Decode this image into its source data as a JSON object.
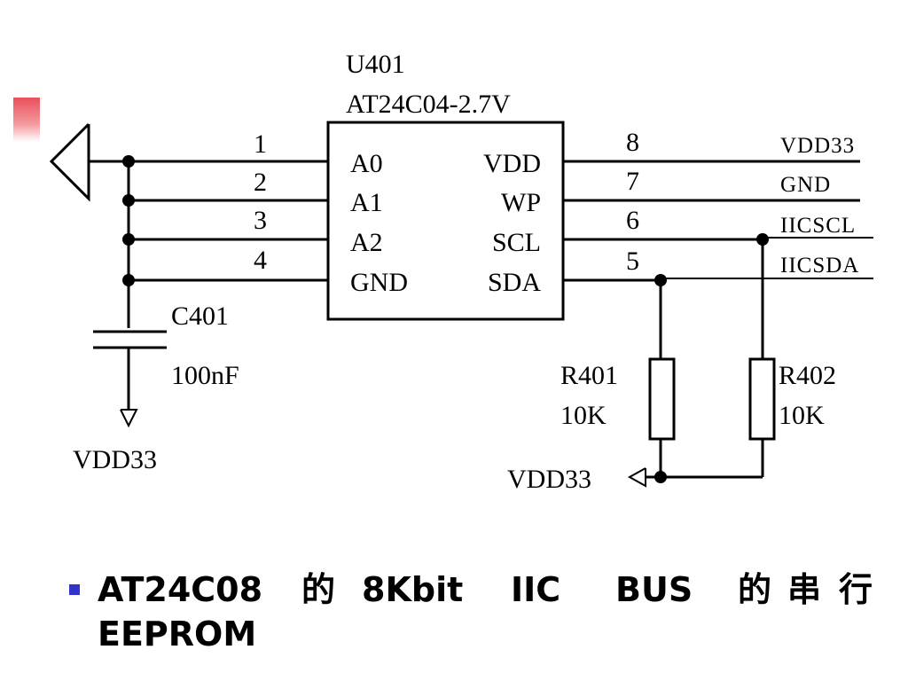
{
  "chip": {
    "designator": "U401",
    "part": "AT24C04-2.7V",
    "left_pins": [
      {
        "num": "1",
        "name": "A0"
      },
      {
        "num": "2",
        "name": "A1"
      },
      {
        "num": "3",
        "name": "A2"
      },
      {
        "num": "4",
        "name": "GND"
      }
    ],
    "right_pins": [
      {
        "num": "8",
        "name": "VDD"
      },
      {
        "num": "7",
        "name": "WP"
      },
      {
        "num": "6",
        "name": "SCL"
      },
      {
        "num": "5",
        "name": "SDA"
      }
    ]
  },
  "nets": [
    "VDD33",
    "GND",
    "IICSCL",
    "IICSDA"
  ],
  "capacitor": {
    "designator": "C401",
    "value": "100nF"
  },
  "resistors": [
    {
      "designator": "R401",
      "value": "10K"
    },
    {
      "designator": "R402",
      "value": "10K"
    }
  ],
  "power_labels": {
    "cap_supply": "VDD33",
    "pullup_supply": "VDD33"
  },
  "caption": {
    "line1": [
      "AT24C08",
      "的",
      "8Kbit",
      "IIC",
      "BUS",
      "的",
      "串",
      "行"
    ],
    "line2": "EEPROM"
  }
}
